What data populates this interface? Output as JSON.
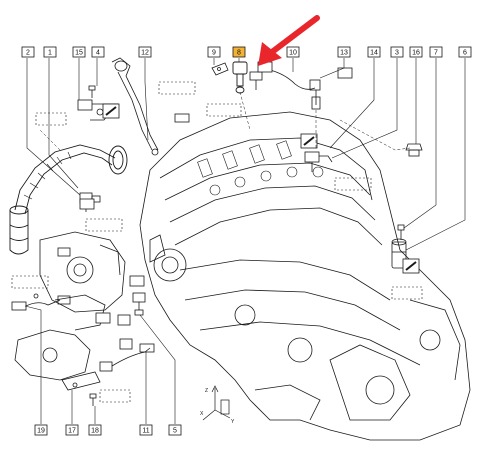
{
  "diagram": {
    "callouts": [
      {
        "id": "2",
        "highlighted": false
      },
      {
        "id": "1",
        "highlighted": false
      },
      {
        "id": "15",
        "highlighted": false
      },
      {
        "id": "4",
        "highlighted": false
      },
      {
        "id": "12",
        "highlighted": false
      },
      {
        "id": "9",
        "highlighted": false
      },
      {
        "id": "8",
        "highlighted": true
      },
      {
        "id": "10",
        "highlighted": false
      },
      {
        "id": "13",
        "highlighted": false
      },
      {
        "id": "14",
        "highlighted": false
      },
      {
        "id": "3",
        "highlighted": false
      },
      {
        "id": "16",
        "highlighted": false
      },
      {
        "id": "7",
        "highlighted": false
      },
      {
        "id": "6",
        "highlighted": false
      },
      {
        "id": "19",
        "highlighted": false
      },
      {
        "id": "17",
        "highlighted": false
      },
      {
        "id": "18",
        "highlighted": false
      },
      {
        "id": "11",
        "highlighted": false
      },
      {
        "id": "5",
        "highlighted": false
      }
    ],
    "axis_labels": {
      "x": "X",
      "y": "Y",
      "z": "Z"
    },
    "colors": {
      "line": "#1a1a1a",
      "highlight_fill": "#f3b233",
      "arrow": "#e8262c",
      "background": "#ffffff"
    },
    "icons": [
      "torque-wrench-icon",
      "pointer-arrow-icon",
      "connector-icon"
    ]
  }
}
